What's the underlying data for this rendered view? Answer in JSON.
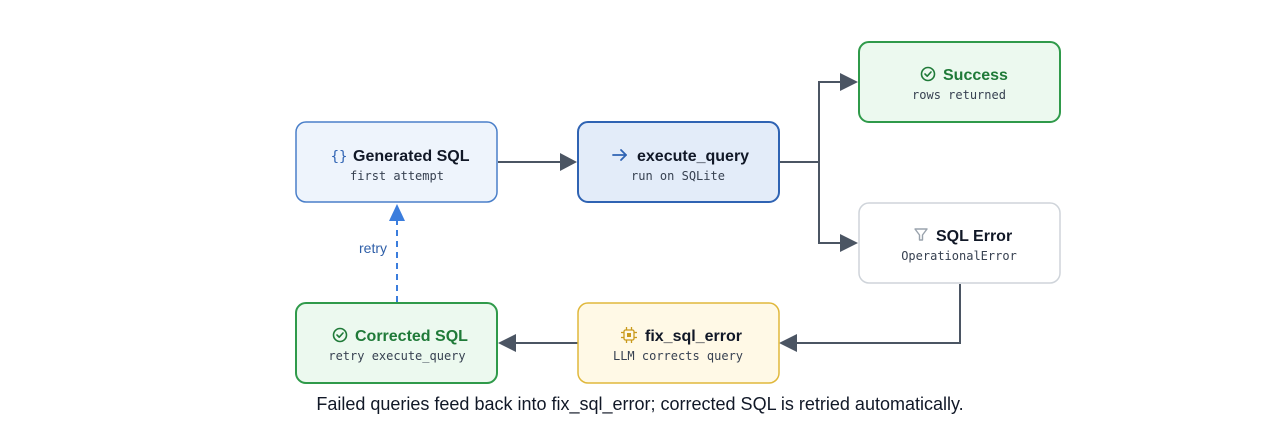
{
  "nodes": {
    "generated": {
      "title": "Generated SQL",
      "subtitle": "first attempt",
      "icon": "braces-icon"
    },
    "execute": {
      "title": "execute_query",
      "subtitle": "run on SQLite",
      "icon": "arrow-right-icon"
    },
    "success": {
      "title": "Success",
      "subtitle": "rows returned",
      "icon": "check-circle-icon"
    },
    "error": {
      "title": "SQL Error",
      "subtitle": "OperationalError",
      "icon": "filter-icon"
    },
    "fix": {
      "title": "fix_sql_error",
      "subtitle": "LLM corrects query",
      "icon": "chip-icon"
    },
    "corrected": {
      "title": "Corrected SQL",
      "subtitle": "retry execute_query",
      "icon": "check-circle-icon"
    }
  },
  "edges": {
    "retry_label": "retry"
  },
  "caption": "Failed queries feed back into fix_sql_error; corrected SQL is retried automatically.",
  "colors": {
    "edge": "#4b5563",
    "retry_edge": "#3b7ddd",
    "blue_fill": "#eef4fc",
    "blue_stroke": "#4a7fc9",
    "blue_fill_dark": "#e3ecf9",
    "blue_stroke_dark": "#2f63b3",
    "green_fill": "#ecf9ef",
    "green_stroke": "#2f9a4a",
    "green_text": "#1f7a38",
    "gray_stroke": "#cfd4da",
    "yellow_fill": "#fff9e6",
    "yellow_stroke": "#e0b83c"
  }
}
